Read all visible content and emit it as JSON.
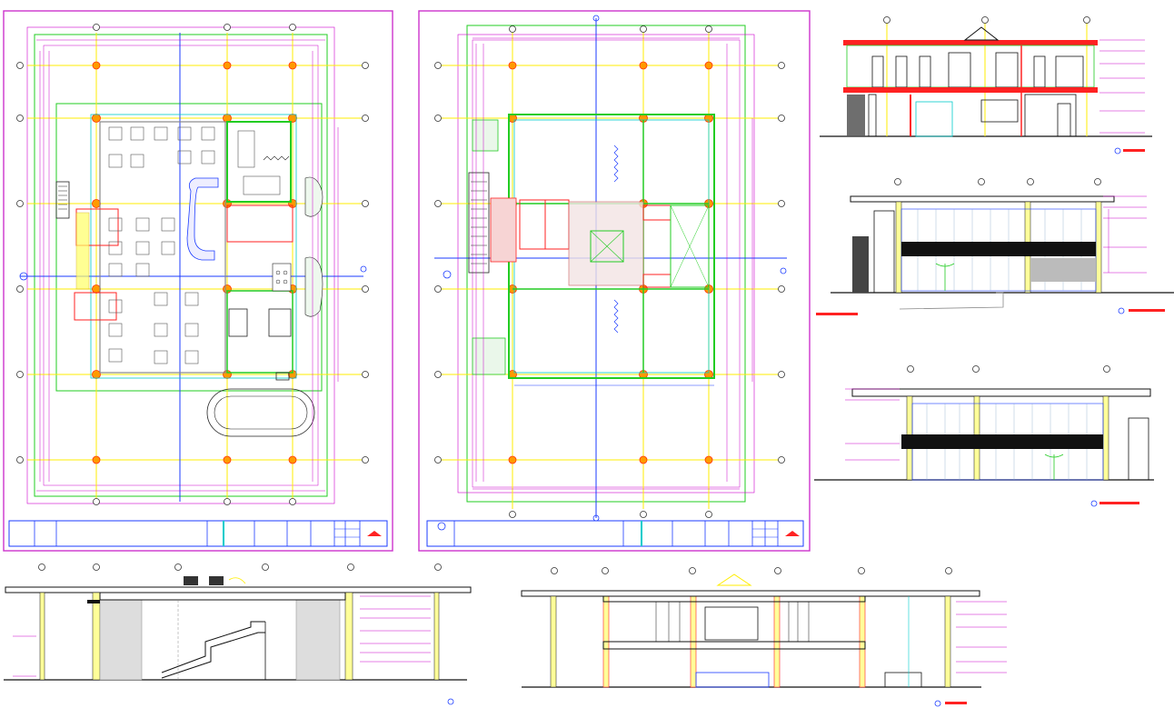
{
  "drawing": {
    "colors": {
      "background": "#ffffff",
      "frame": "#cc33cc",
      "grid": "#ffee00",
      "wall_green": "#22cc22",
      "wall_cyan": "#00cccc",
      "wall_red": "#ff2222",
      "dims": "#cc00cc",
      "axis": "#1b3bff",
      "column": "#ff9a00",
      "dark": "#111111"
    },
    "views": [
      {
        "id": "ground-floor-plan",
        "kind": "plan",
        "fill_icon": "furniture-layout"
      },
      {
        "id": "upper-floor-plan",
        "kind": "plan",
        "fill_icon": "room-layout"
      },
      {
        "id": "front-elevation",
        "kind": "elevation"
      },
      {
        "id": "side-elevation-1",
        "kind": "elevation"
      },
      {
        "id": "side-elevation-2",
        "kind": "elevation"
      },
      {
        "id": "section-a",
        "kind": "section"
      },
      {
        "id": "section-b",
        "kind": "section"
      }
    ]
  }
}
